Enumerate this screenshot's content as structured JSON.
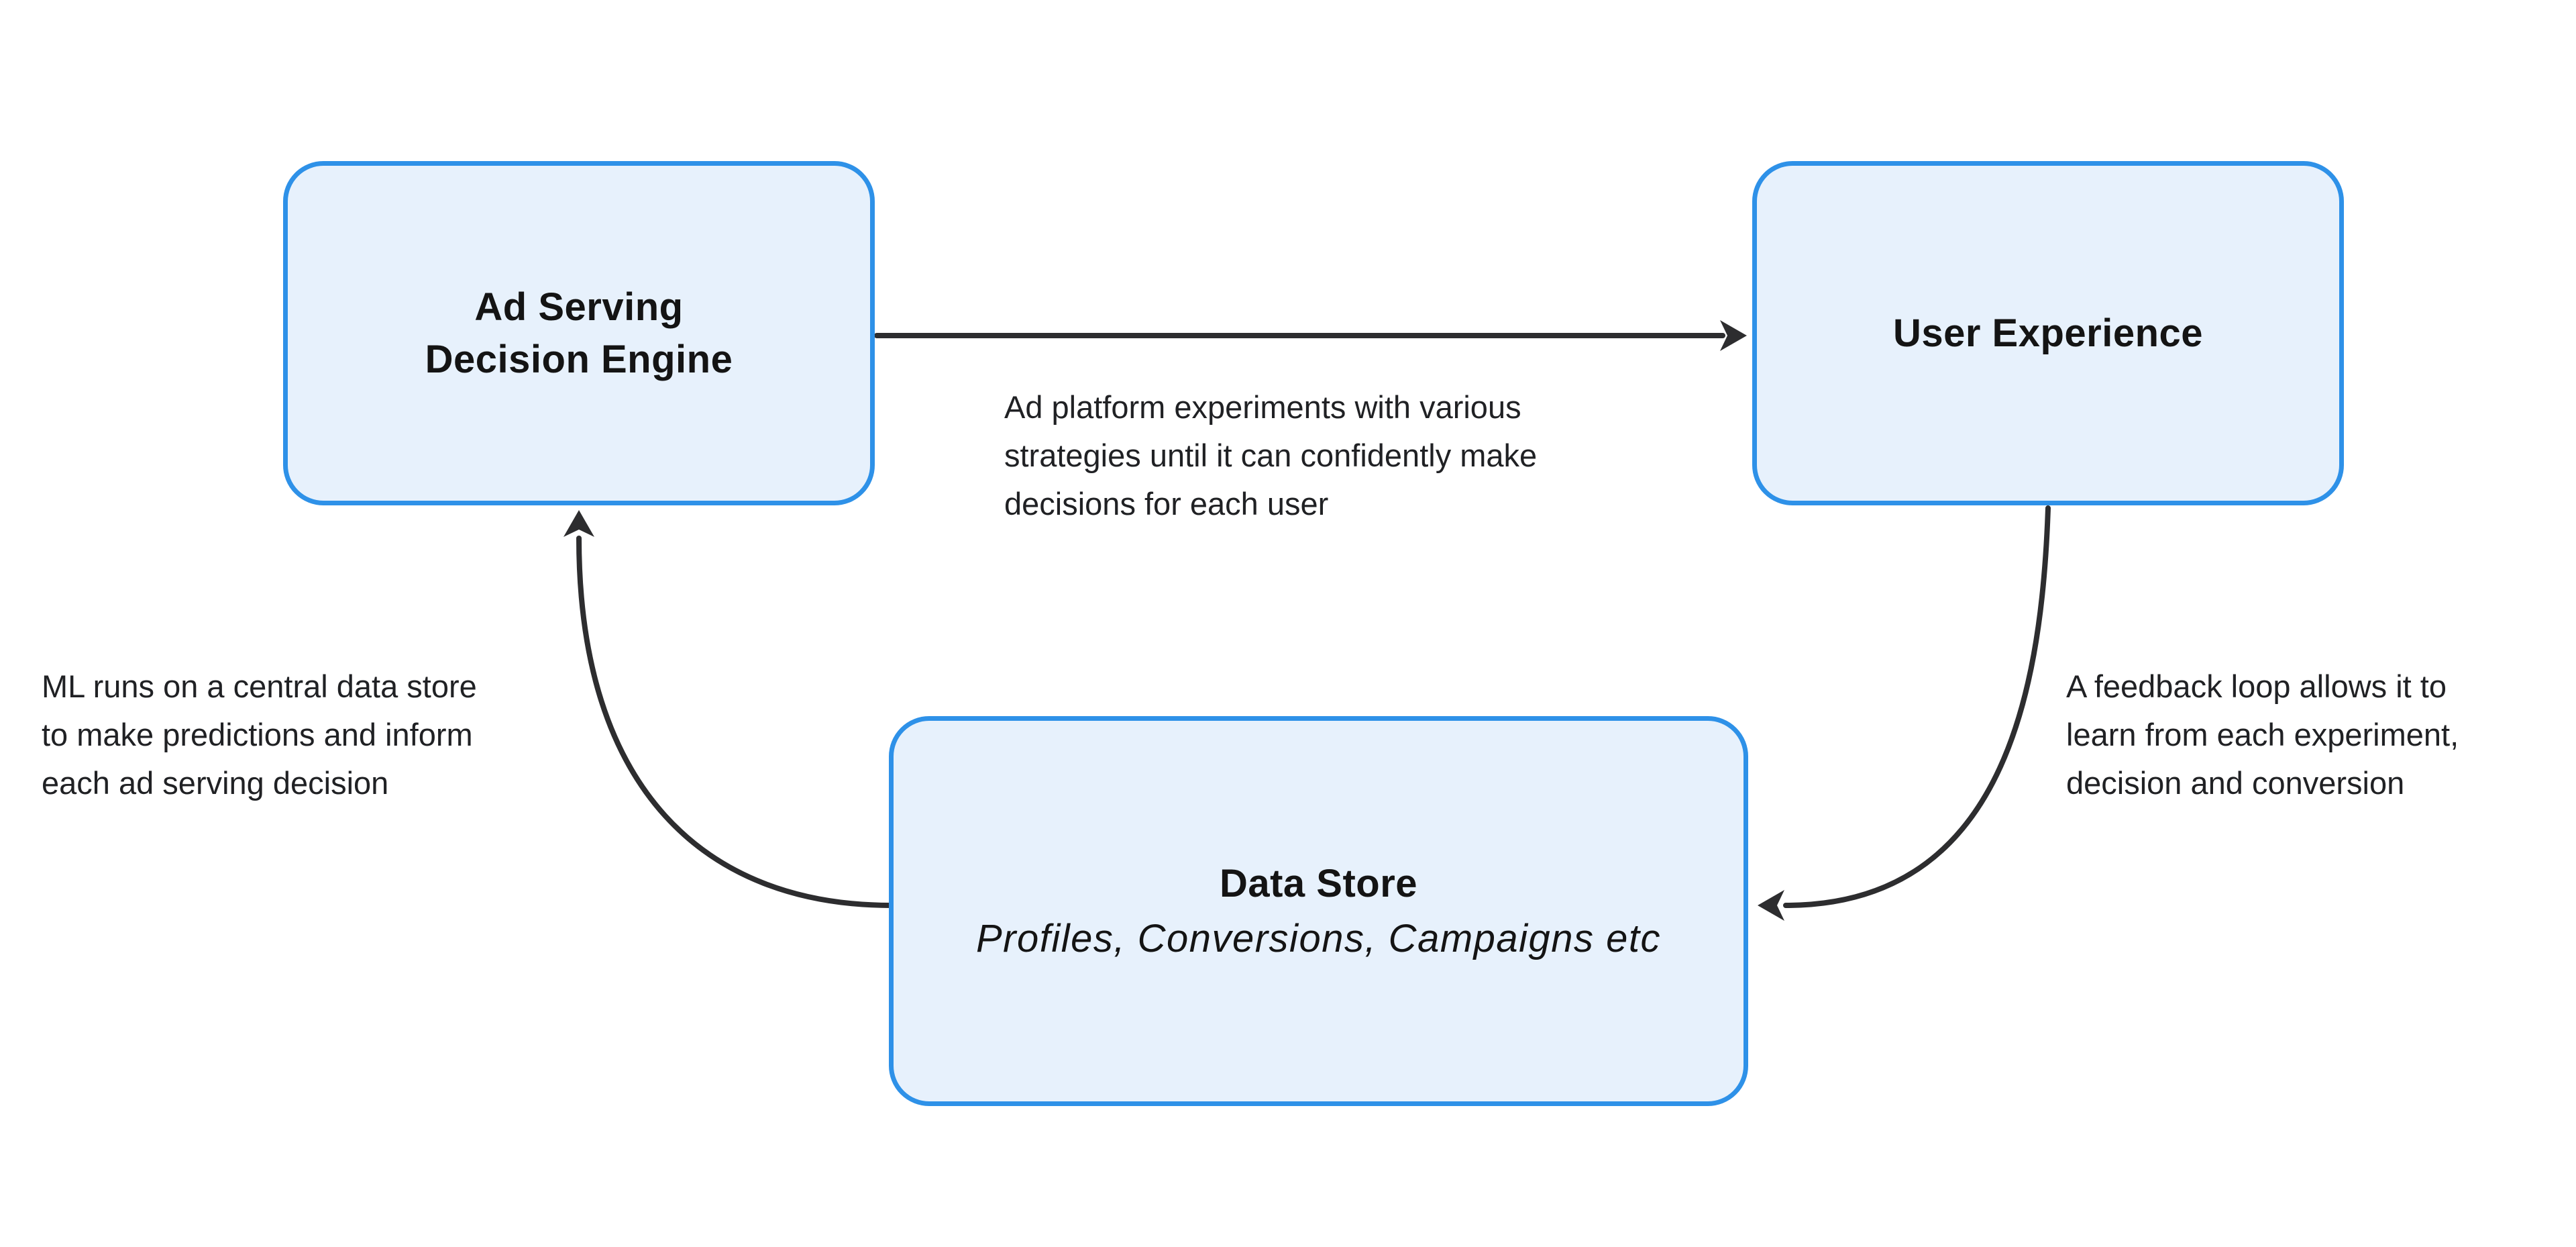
{
  "nodes": {
    "ad_serving": {
      "line1": "Ad Serving",
      "line2": "Decision Engine"
    },
    "user_experience": {
      "label": "User Experience"
    },
    "data_store": {
      "title": "Data Store",
      "subtitle": "Profiles, Conversions, Campaigns etc"
    }
  },
  "annotations": {
    "top": {
      "line1": "Ad platform experiments with various",
      "line2": "strategies until it can confidently make",
      "line3": "decisions for each user"
    },
    "left": {
      "line1": "ML runs on a central data store",
      "line2": "to make predictions and inform",
      "line3": "each ad serving decision"
    },
    "right": {
      "line1": "A feedback loop allows it to",
      "line2": "learn from each experiment,",
      "line3": "decision and conversion"
    }
  },
  "colors": {
    "background": "#FFFFFF",
    "node_fill": "#E7F1FC",
    "node_border": "#2E91E8",
    "arrow": "#2D2D2F",
    "title_text": "#141414",
    "annotation_text": "#202124"
  }
}
